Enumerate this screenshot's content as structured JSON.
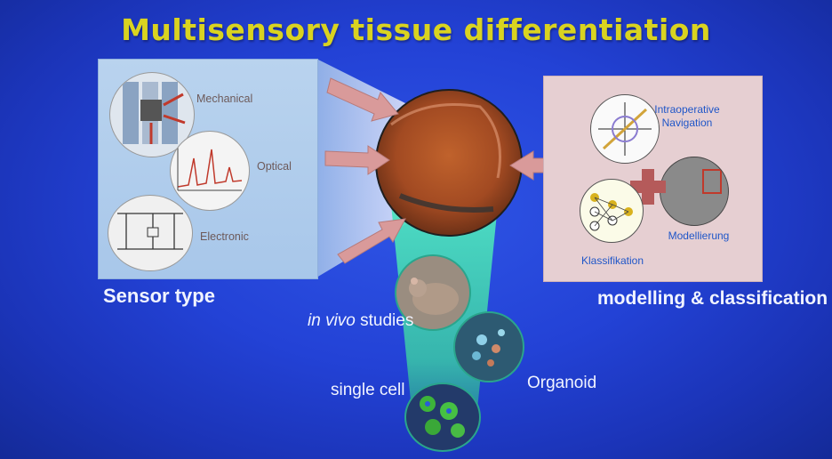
{
  "title": "Multisensory tissue differentiation",
  "left_panel": {
    "items": [
      {
        "label": "Mechanical"
      },
      {
        "label": "Optical"
      },
      {
        "label": "Electronic"
      }
    ],
    "caption": "Sensor type"
  },
  "right_panel": {
    "navigation_label_line1": "Intraoperative",
    "navigation_label_line2": "Navigation",
    "modelling_label": "Modellierung",
    "classification_label": "Klassifikation",
    "caption": "modelling & classification"
  },
  "center": {
    "in_vivo_label_italic": "in vivo",
    "in_vivo_label_rest": " studies",
    "organoid_label": "Organoid",
    "single_cell_label": "single cell"
  },
  "colors": {
    "background": "#2342d6",
    "title": "#d9d320",
    "arrow": "#d99a9a",
    "cone": "#3fd8b4"
  }
}
